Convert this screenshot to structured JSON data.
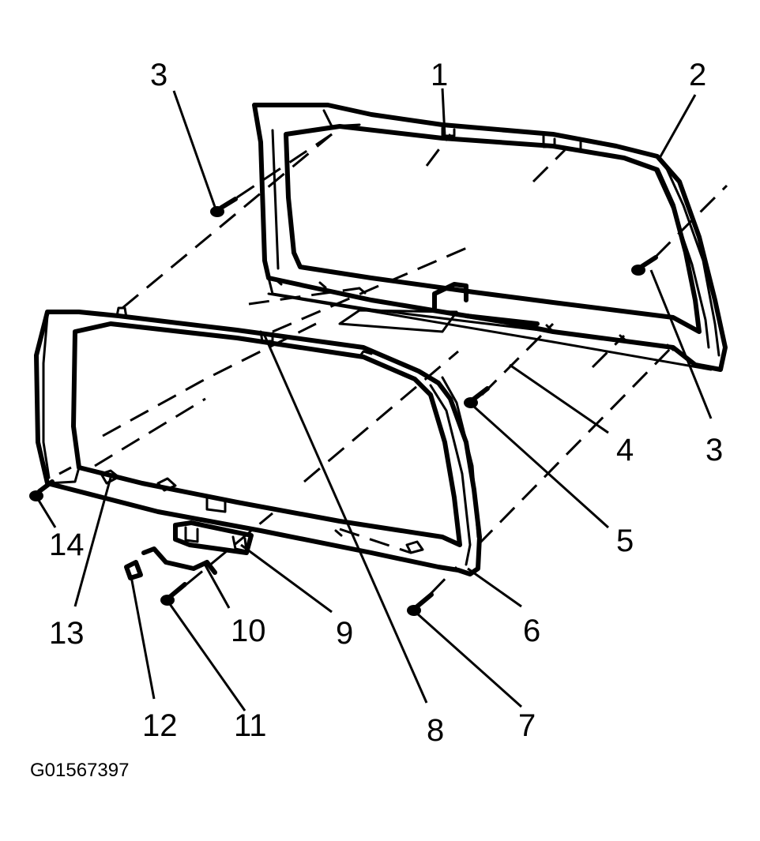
{
  "diagram": {
    "figure_id": "G01567397",
    "callouts": [
      {
        "label": "1"
      },
      {
        "label": "2"
      },
      {
        "label": "3"
      },
      {
        "label": "3"
      },
      {
        "label": "4"
      },
      {
        "label": "5"
      },
      {
        "label": "6"
      },
      {
        "label": "7"
      },
      {
        "label": "8"
      },
      {
        "label": "9"
      },
      {
        "label": "10"
      },
      {
        "label": "11"
      },
      {
        "label": "12"
      },
      {
        "label": "13"
      },
      {
        "label": "14"
      }
    ]
  }
}
